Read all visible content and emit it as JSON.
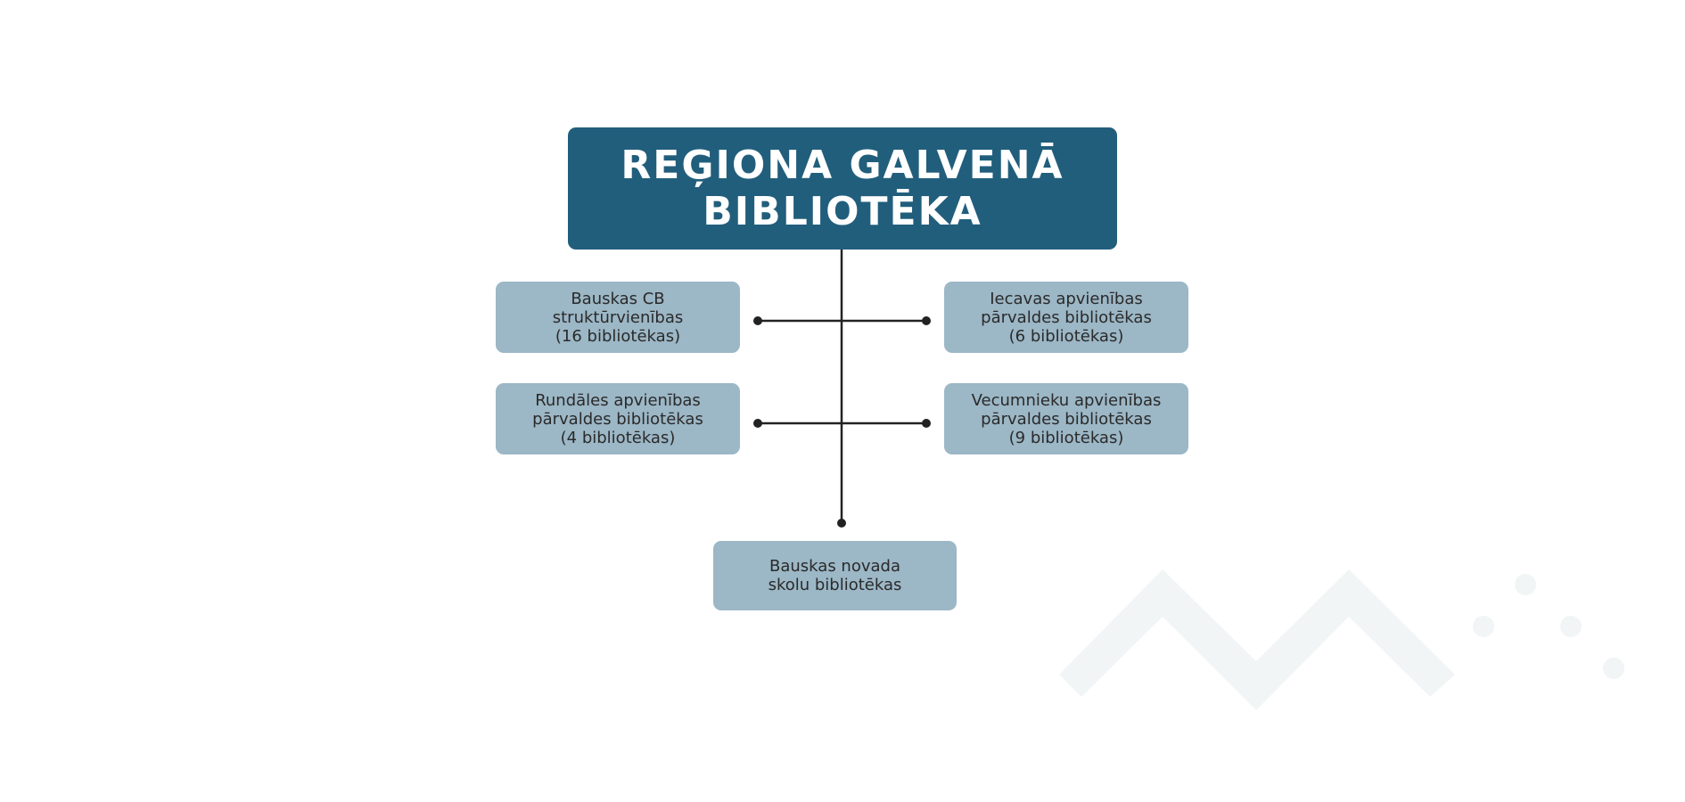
{
  "title": {
    "line1": "REĢIONA GALVENĀ",
    "line2": "BIBLIOTĒKA"
  },
  "nodes": [
    {
      "lines": [
        "Bauskas CB",
        "struktūrvienības",
        "(16 bibliotēkas)"
      ]
    },
    {
      "lines": [
        "Iecavas apvienības",
        "pārvaldes bibliotēkas",
        "(6 bibliotēkas)"
      ]
    },
    {
      "lines": [
        "Rundāles apvienības",
        "pārvaldes bibliotēkas",
        "(4 bibliotēkas)"
      ]
    },
    {
      "lines": [
        "Vecumnieku apvienības",
        "pārvaldes bibliotēkas",
        "(9 bibliotēkas)"
      ]
    },
    {
      "lines": [
        "Bauskas novada",
        "skolu bibliotēkas"
      ]
    }
  ],
  "colors": {
    "primary": "#215e7c",
    "secondary": "#9cb7c6",
    "connector": "#222222",
    "decor": "#f1f5f6"
  }
}
